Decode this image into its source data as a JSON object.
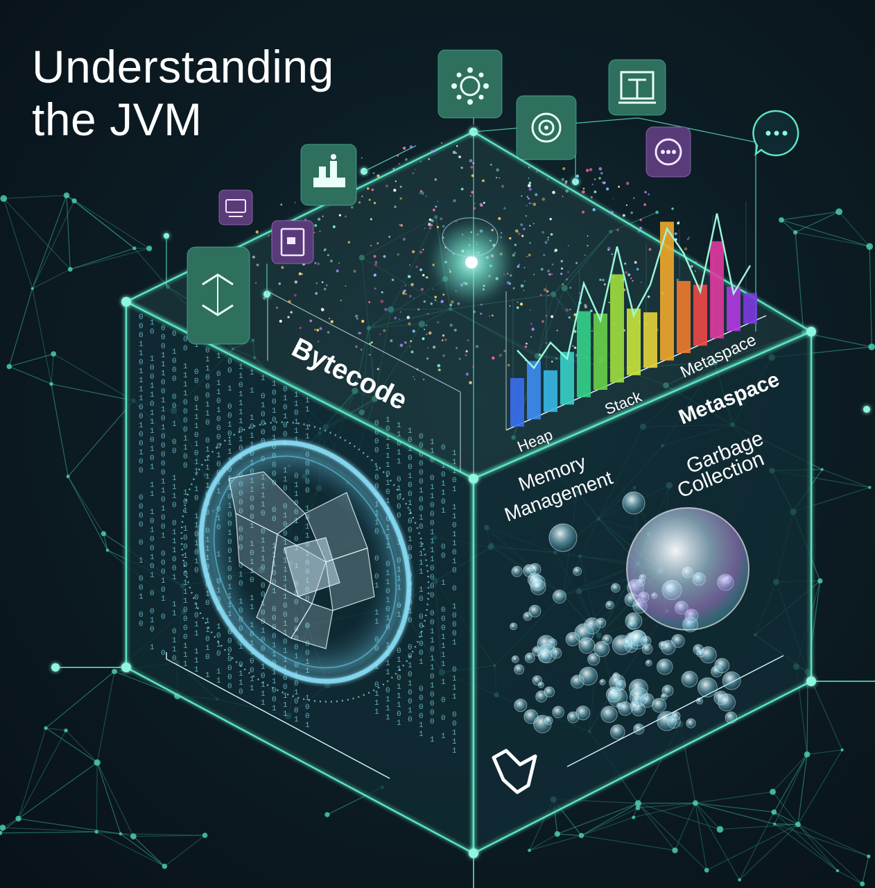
{
  "title": {
    "line1": "Understanding",
    "line2": "the JVM"
  },
  "labels": {
    "bytecode": "Bytecode",
    "metaspace_top": "Metaspace",
    "heap": "Heap",
    "stack": "Stack",
    "metaspace": "Metaspace",
    "memory_line1": "Memory",
    "memory_line2": "Management",
    "gc_line1": "Garbage",
    "gc_line2": "Collection"
  },
  "icons": [
    "sun-gear-icon",
    "target-icon",
    "presentation-board-icon",
    "more-dots-icon",
    "chat-bubble-dots-icon",
    "podium-icon",
    "code-window-icon",
    "document-icon",
    "refresh-arrows-icon",
    "logo-chevron-icon"
  ],
  "colors": {
    "background": "#0c1a22",
    "accent_teal": "#5ce5c4",
    "tile_green": "#2d6a5c",
    "tile_purple": "#5a3b7a"
  },
  "bars": [
    0.35,
    0.42,
    0.3,
    0.38,
    0.62,
    0.55,
    0.78,
    0.48,
    0.4,
    1.0,
    0.52,
    0.44,
    0.7,
    0.32,
    0.22
  ]
}
